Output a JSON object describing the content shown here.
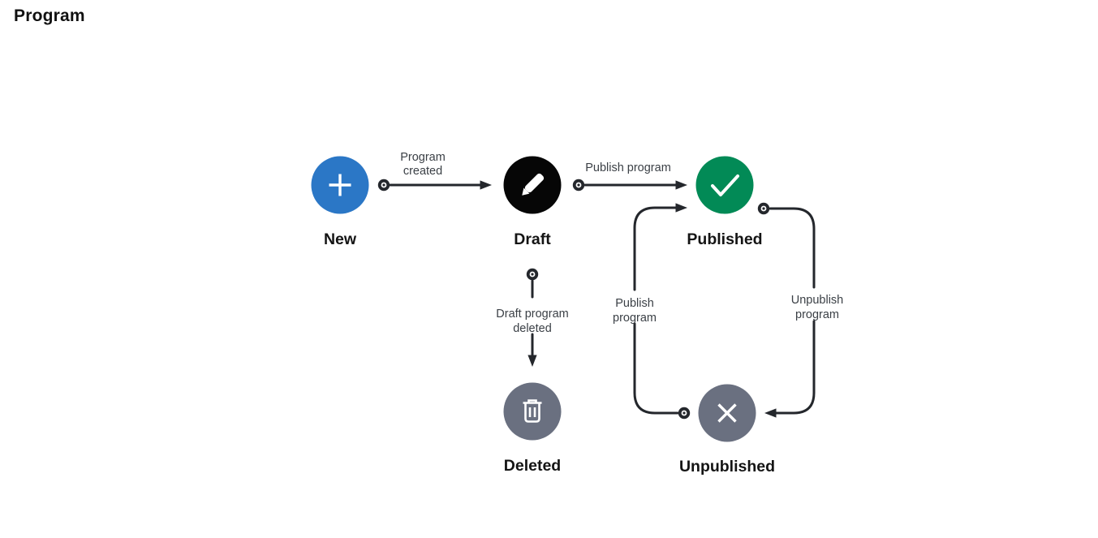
{
  "page": {
    "title": "Program"
  },
  "colors": {
    "background": "#ffffff",
    "edge": "#24272c",
    "edge_label": "#3b4046",
    "node_label": "#141414",
    "icon": "#ffffff",
    "node_new": "#2b77c6",
    "node_draft": "#060606",
    "node_published": "#028a56",
    "node_deleted": "#6a7080",
    "node_unpublished": "#6a7080"
  },
  "diagram": {
    "nodes": [
      {
        "id": "new",
        "label": "New",
        "icon": "plus-icon"
      },
      {
        "id": "draft",
        "label": "Draft",
        "icon": "pencil-icon"
      },
      {
        "id": "published",
        "label": "Published",
        "icon": "check-icon"
      },
      {
        "id": "deleted",
        "label": "Deleted",
        "icon": "trash-icon"
      },
      {
        "id": "unpublished",
        "label": "Unpublished",
        "icon": "x-icon"
      }
    ],
    "edges": [
      {
        "id": "program-created",
        "from": "new",
        "to": "draft",
        "label_lines": [
          "Program",
          "created"
        ]
      },
      {
        "id": "publish-program-from-draft",
        "from": "draft",
        "to": "published",
        "label_lines": [
          "Publish program"
        ]
      },
      {
        "id": "draft-program-deleted",
        "from": "draft",
        "to": "deleted",
        "label_lines": [
          "Draft program",
          "deleted"
        ]
      },
      {
        "id": "publish-program",
        "from": "unpublished",
        "to": "published",
        "label_lines": [
          "Publish",
          "program"
        ]
      },
      {
        "id": "unpublish-program",
        "from": "published",
        "to": "unpublished",
        "label_lines": [
          "Unpublish",
          "program"
        ]
      }
    ]
  }
}
